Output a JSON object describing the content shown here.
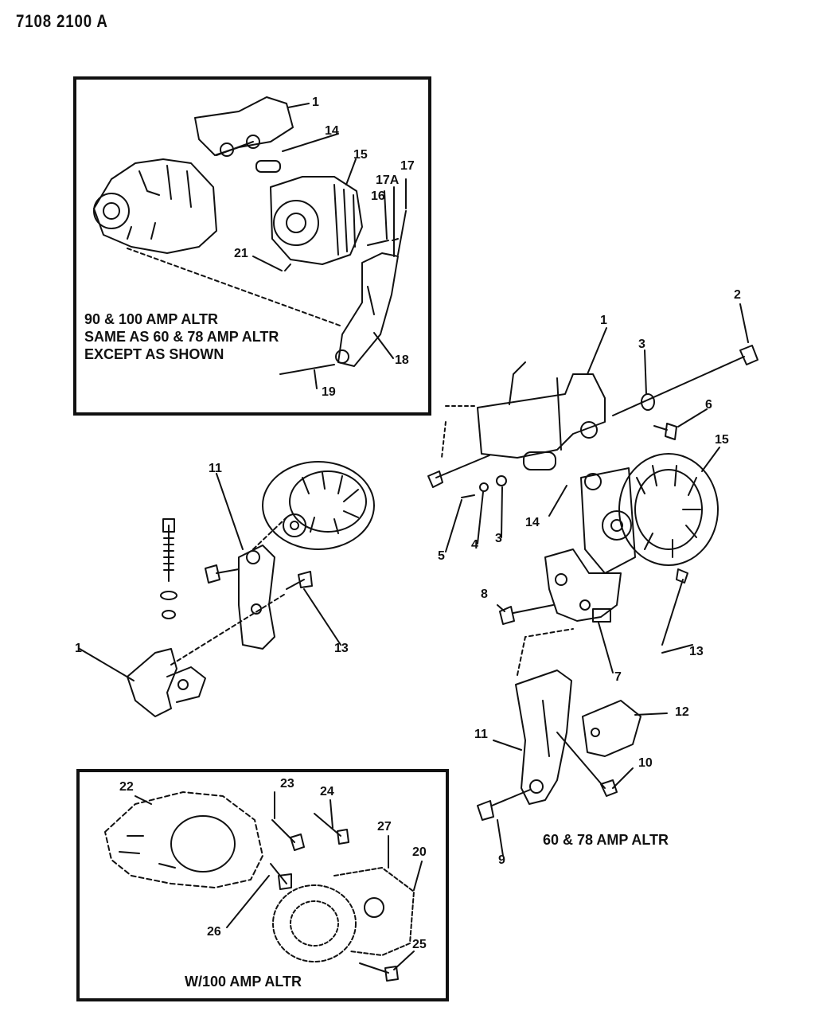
{
  "doc_code": "7108 2100 A",
  "inset_top": {
    "caption": [
      "90 & 100 AMP ALTR",
      "SAME AS 60 & 78 AMP ALTR",
      "EXCEPT AS SHOWN"
    ],
    "callouts": [
      "1",
      "14",
      "15",
      "17",
      "17A",
      "16",
      "21",
      "18",
      "19"
    ]
  },
  "main": {
    "caption": "60 & 78 AMP ALTR",
    "callouts_right": [
      "2",
      "1",
      "3",
      "6",
      "15",
      "14",
      "5",
      "4",
      "3",
      "8",
      "13",
      "7",
      "12",
      "11",
      "10",
      "9"
    ],
    "callouts_left": [
      "11",
      "1",
      "13"
    ]
  },
  "inset_bottom": {
    "caption": "W/100 AMP ALTR",
    "callouts": [
      "22",
      "23",
      "24",
      "27",
      "20",
      "26",
      "25"
    ]
  }
}
